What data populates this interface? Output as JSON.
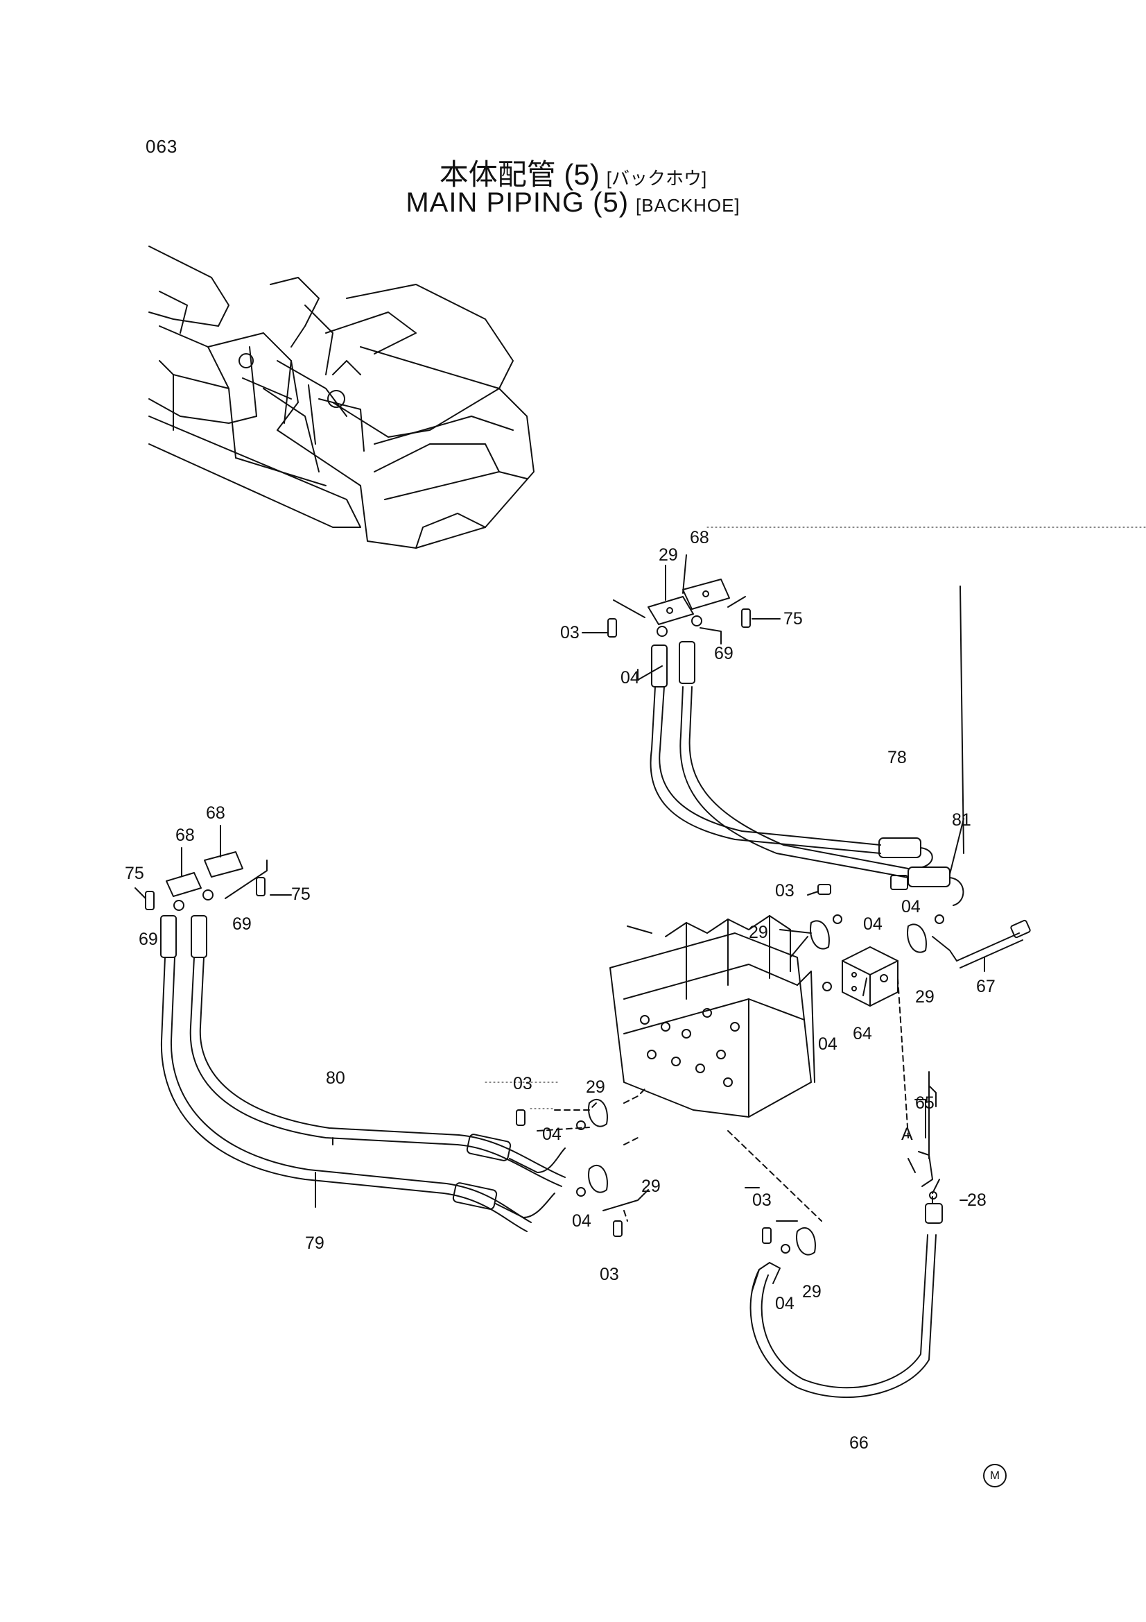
{
  "page_number": "063",
  "title": {
    "jp_main": "本体配管 (5)",
    "jp_sub": "[バックホウ]",
    "en_main": "MAIN  PIPING  (5)",
    "en_sub": "[BACKHOE]"
  },
  "callouts": {
    "c68a": "68",
    "c29a": "29",
    "c03a": "03",
    "c75a": "75",
    "c04a": "04",
    "c69a": "69",
    "c78": "78",
    "c81": "81",
    "c68b": "68",
    "c68c": "68",
    "c75b": "75",
    "c75c": "75",
    "c69b": "69",
    "c69c": "69",
    "c03b": "03",
    "c04b": "04",
    "c04c": "04",
    "c29b": "29",
    "c29c": "29",
    "c67": "67",
    "c04d": "04",
    "c64": "64",
    "c80": "80",
    "c03c": "03",
    "c29d": "29",
    "c04e": "04",
    "c29e": "29",
    "c04f": "04",
    "c03d": "03",
    "c79": "79",
    "c65": "65",
    "cA": "A",
    "c28": "28",
    "c03e": "03",
    "c04g": "04",
    "c29f": "29",
    "c66": "66"
  },
  "mark": "M"
}
